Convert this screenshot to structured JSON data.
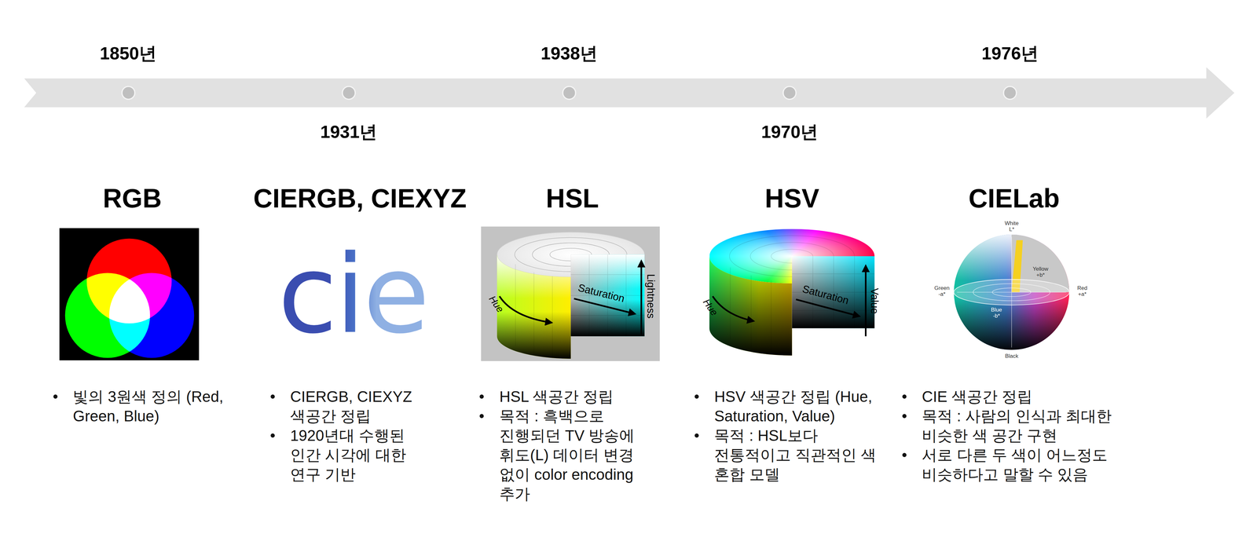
{
  "diagram": {
    "labels": [
      "1850년",
      "1931년",
      "1938년",
      "1970년",
      "1976년",
      "RGB",
      "CIERGB, CIEXYZ",
      "HSL",
      "HSV",
      "CIELab",
      "cie",
      "Hue",
      "Saturation",
      "Lightness",
      "Hue",
      "Saturation",
      "Value",
      "White L*",
      "Yellow +b*",
      "Green -a*",
      "Red +a*",
      "Blue -b*",
      "Black",
      "빛의 3원색 정의 (Red, Green, Blue)",
      "CIERGB, CIEXYZ 색공간 정립",
      "1920년대 수행된 인간 시각에 대한 연구 기반",
      "HSL 색공간 정립",
      "목적 : 흑백으로 진행되던 TV 방송에 휘도(L) 데이터 변경 없이 color encoding 추가",
      "HSV 색공간 정립 (Hue, Saturation, Value)",
      "목적 : HSL보다 전통적이고 직관적인 색 혼합 모델",
      "CIE 색공간 정립",
      "목적 : 사람의 인식과 최대한 비슷한 색 공간 구현",
      "서로 다른 두 색이 어느정도 비슷하다고 말할 수 있음"
    ]
  }
}
